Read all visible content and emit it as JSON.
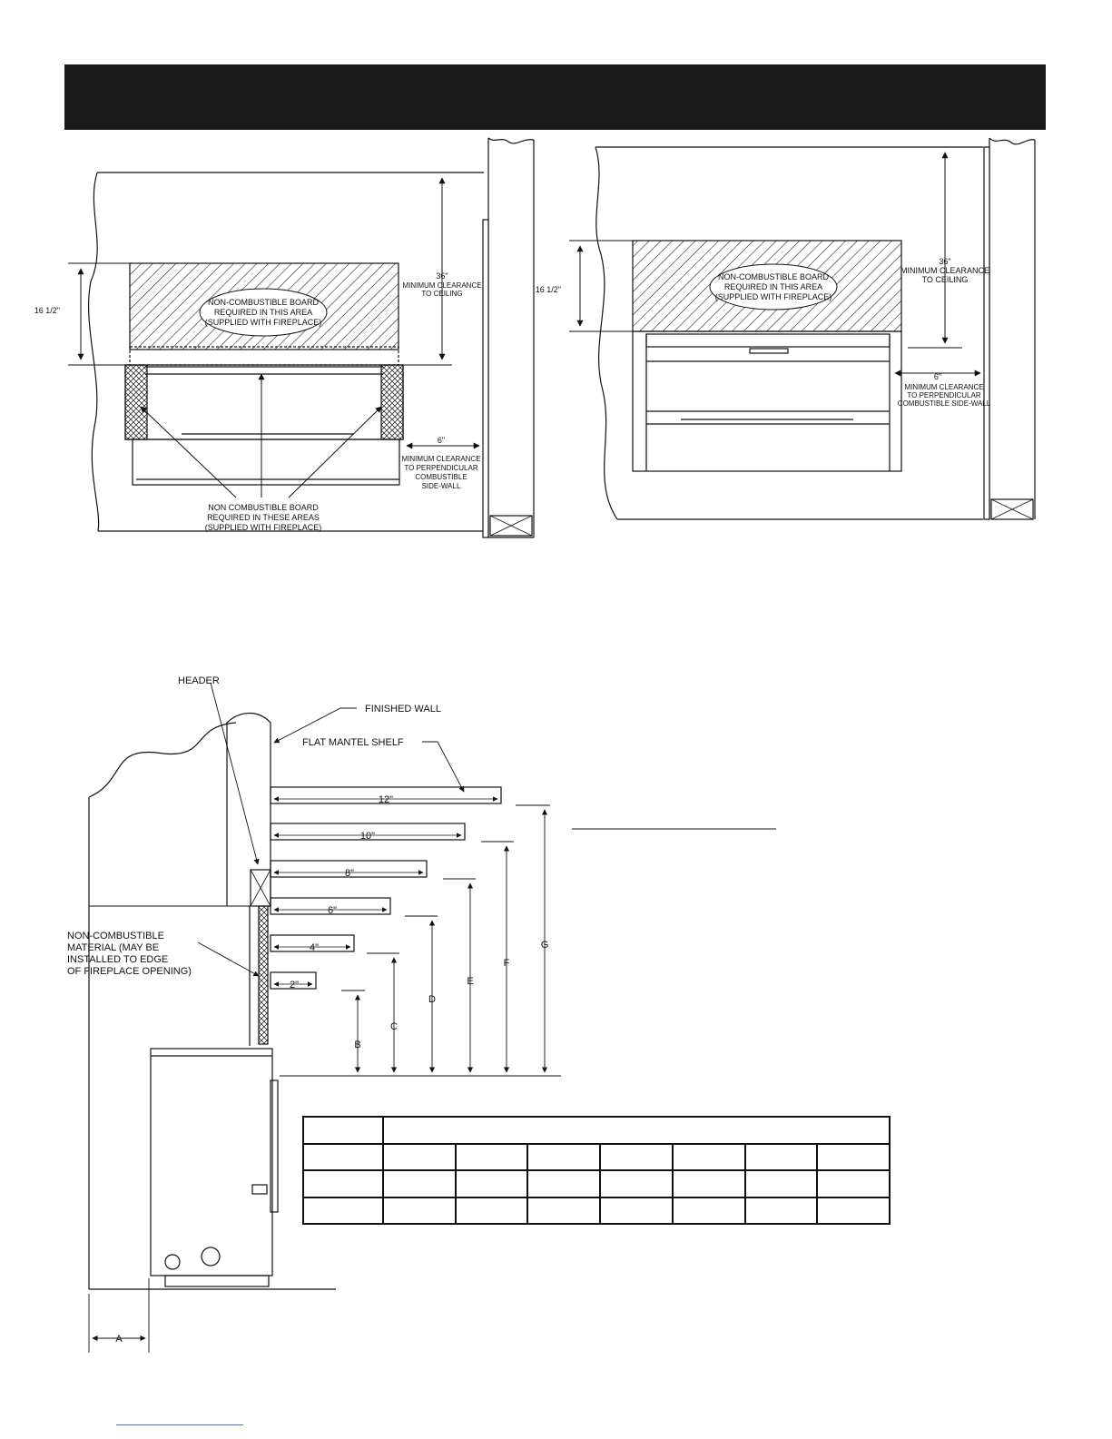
{
  "front_view_left": {
    "dim_16_5": "16 1/2\"",
    "dim_36": "36\"",
    "ceiling_clearance": [
      "MINIMUM CLEARANCE",
      "TO CEILING"
    ],
    "board_note": [
      "NON-COMBUSTIBLE BOARD",
      "REQUIRED IN THIS AREA",
      "(SUPPLIED WITH FIREPLACE)"
    ],
    "board_areas_note": [
      "NON COMBUSTIBLE BOARD",
      "REQUIRED IN THESE AREAS",
      "(SUPPLIED WITH FIREPLACE)"
    ],
    "dim_6": "6\"",
    "sidewall_clearance": [
      "MINIMUM CLEARANCE",
      "TO PERPENDICULAR",
      "COMBUSTIBLE",
      "SIDE-WALL"
    ]
  },
  "front_view_right": {
    "dim_16_5": "16 1/2\"",
    "dim_36": "36\"",
    "ceiling_clearance": [
      "MINIMUM CLEARANCE",
      "TO CEILING"
    ],
    "board_note": [
      "NON-COMBUSTIBLE BOARD",
      "REQUIRED IN THIS AREA",
      "(SUPPLIED WITH FIREPLACE)"
    ],
    "dim_6": "6\"",
    "sidewall_clearance": [
      "MINIMUM CLEARANCE",
      "TO PERPENDICULAR",
      "COMBUSTIBLE SIDE-WALL"
    ]
  },
  "side_view": {
    "header_label": "HEADER",
    "finished_wall_label": "FINISHED WALL",
    "mantel_label": "FLAT MANTEL SHELF",
    "noncombustible_label": [
      "NON-COMBUSTIBLE",
      "MATERIAL (MAY BE",
      "INSTALLED TO EDGE",
      "OF FIREPLACE OPENING)"
    ],
    "shelf_depths": [
      "12\"",
      "10\"",
      "8\"",
      "6\"",
      "4\"",
      "2\""
    ],
    "dim_letters": [
      "B",
      "C",
      "D",
      "E",
      "F",
      "G"
    ],
    "dim_a": "A"
  }
}
